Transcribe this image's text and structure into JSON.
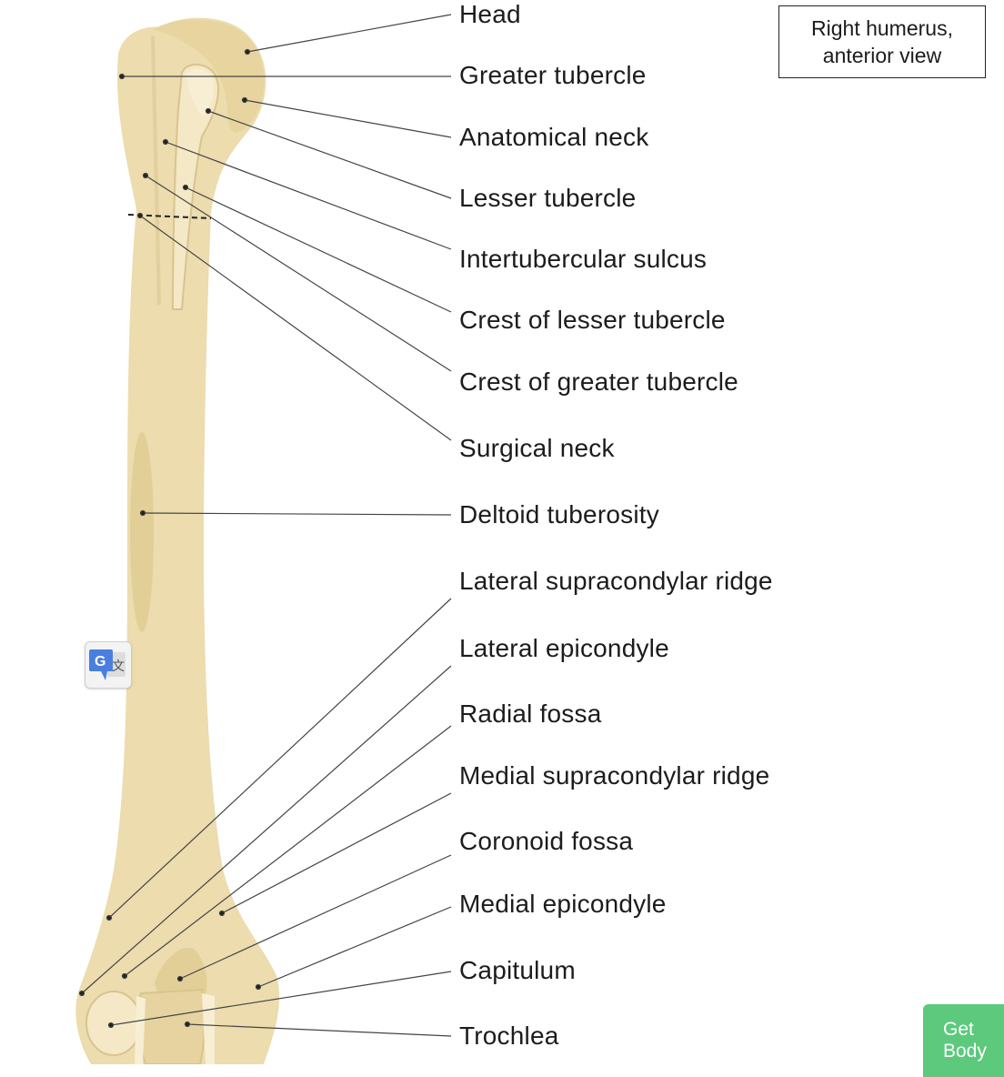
{
  "title_box": {
    "line1": "Right humerus,",
    "line2": "anterior view"
  },
  "labels": [
    "Head",
    "Greater tubercle",
    "Anatomical neck",
    "Lesser tubercle",
    "Intertubercular sulcus",
    "Crest of lesser tubercle",
    "Crest of greater tubercle",
    "Surgical neck",
    "Deltoid tuberosity",
    "Lateral supracondylar ridge",
    "Lateral epicondyle",
    "Radial fossa",
    "Medial supracondylar ridge",
    "Coronoid fossa",
    "Medial epicondyle",
    "Capitulum",
    "Trochlea"
  ],
  "cta": {
    "line1": "Get",
    "line2": "Body"
  },
  "translate_widget": {
    "icon": "google-translate-icon",
    "letter": "G",
    "glyph": "文"
  },
  "colors": {
    "bone": "#ecdcae",
    "bone_shade": "#ddc995",
    "bone_light": "#f7eed4",
    "leader": "#444444",
    "cta": "#5cc97d"
  }
}
